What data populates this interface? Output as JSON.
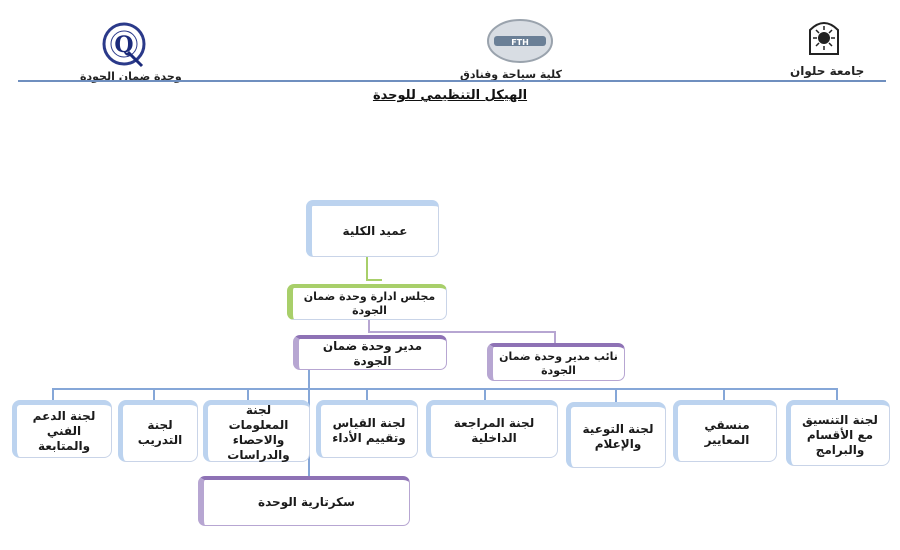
{
  "header": {
    "left_caption": "وحدة ضمان الجودة",
    "center_caption": "كلية سياحة وفنادق",
    "title": "الهيكل التنظيمي للوحدة"
  },
  "logos": {
    "left": "quality-assurance-unit-logo",
    "center": "faculty-of-tourism-and-hotels-logo",
    "right": "helwan-university-logo",
    "right_wordmark": "جامعة حلوان",
    "center_wordmark": "FTH"
  },
  "colors": {
    "line_blue": "#86a7d8",
    "accent_green": "#a8cf6a",
    "accent_purple": "#8e72b5",
    "accent_blue": "#bcd3ef"
  },
  "chart": {
    "dean": "عميد الكلية",
    "board": "مجلس ادارة وحدة ضمان الجودة",
    "director": "مدير وحدة ضمان الجودة",
    "deputy": "نائب مدير وحدة ضمان الجودة",
    "secretariat": "سكرتارية الوحدة",
    "committees": [
      "لجنة التنسيق مع الأقسام والبرامج",
      "منسقي المعايير",
      "لجنة التوعية والإعلام",
      "لجنة المراجعة الداخلية",
      "لجنة القياس وتقييم الأداء",
      "لجنة المعلومات والاحصاء والدراسات",
      "لجنة التدريب",
      "لجنة الدعم الفني والمتابعة"
    ]
  }
}
